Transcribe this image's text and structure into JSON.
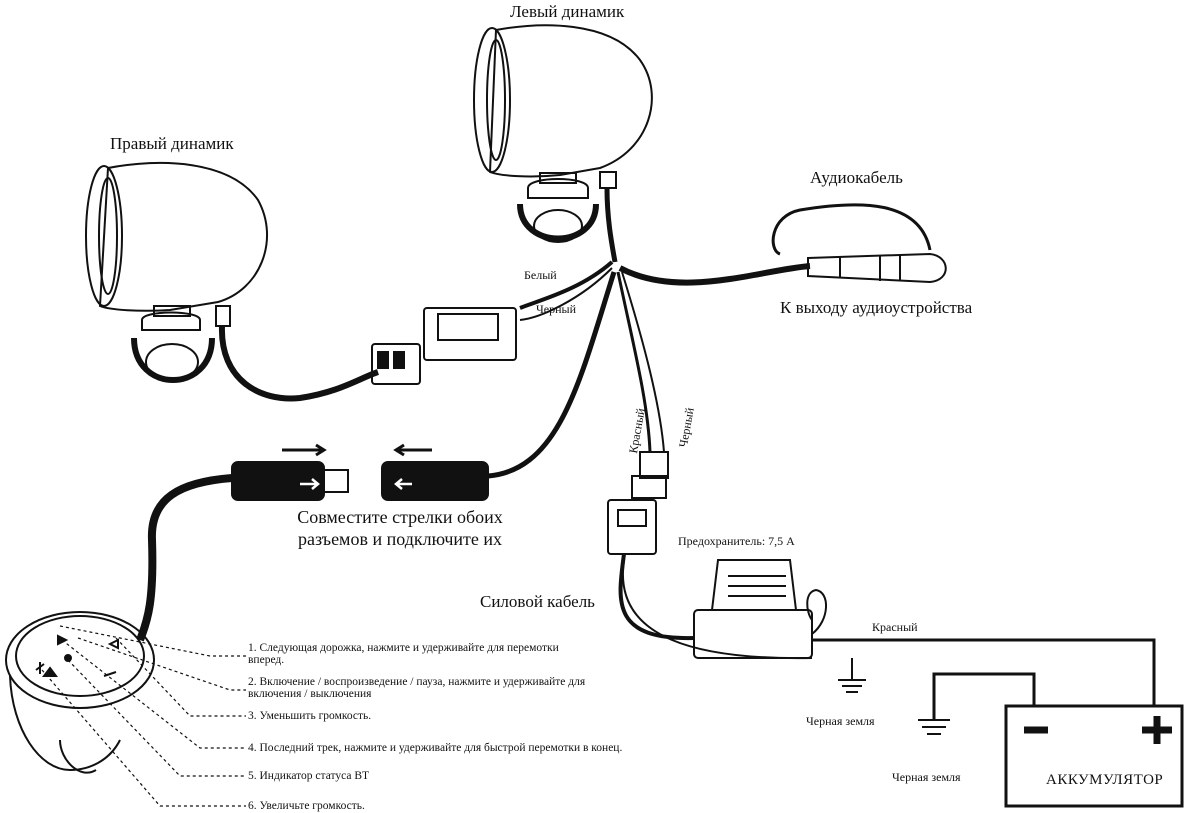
{
  "labels": {
    "left_speaker": "Левый динамик",
    "right_speaker": "Правый динамик",
    "audio_cable": "Аудиокабель",
    "to_audio_out": "К выходу аудиоустройства",
    "white": "Белый",
    "black": "Черный",
    "red_vertical": "Красный",
    "black_vertical": "Черный",
    "align_caption_line1": "Совместите стрелки обоих",
    "align_caption_line2": "разъемов и подключите их",
    "fuse": "Предохранитель: 7,5 А",
    "power_cable": "Силовой кабель",
    "red": "Красный",
    "ground1": "Черная земля",
    "ground2": "Черная земля",
    "battery": "АККУМУЛЯТОР",
    "battery_minus": "−",
    "battery_plus": "+"
  },
  "legend": [
    "1. Следующая дорожка, нажмите и удерживайте для перемотки",
    "вперед.",
    "2. Включение / воспроизведение / пауза, нажмите и удерживайте для",
    "включения / выключения",
    "3. Уменьшить громкость.",
    "4. Последний трек, нажмите и удерживайте для быстрой перемотки в конец.",
    "5. Индикатор статуса BT",
    "6. Увеличьте громкость."
  ],
  "colors": {
    "line": "#111111",
    "background": "#ffffff"
  }
}
